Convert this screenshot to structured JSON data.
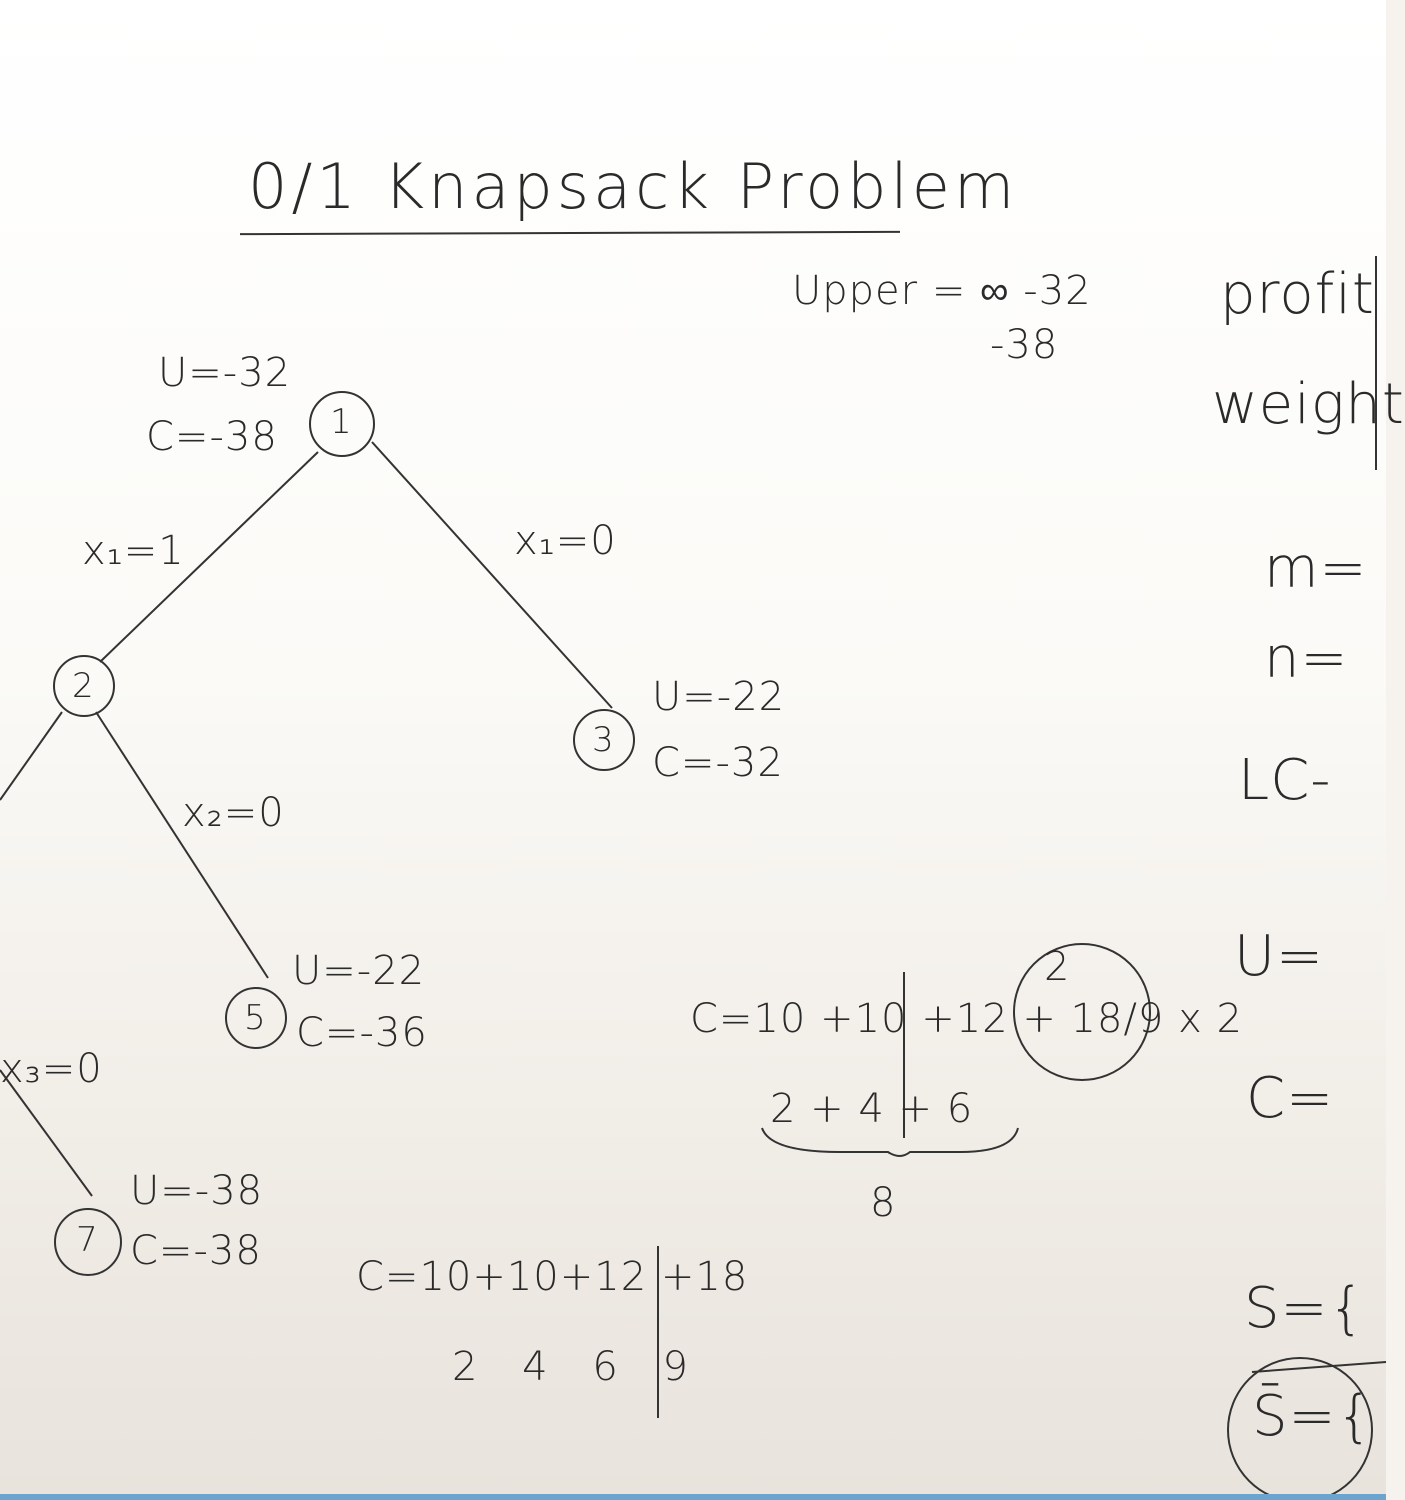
{
  "title": "0/1 Knapsack Problem",
  "upper": {
    "label": "Upper = ∞ -32",
    "second": "-38"
  },
  "side_panel": {
    "profit": "profit",
    "weight": "weight",
    "m": "m=",
    "n": "n=",
    "lc": "LC-",
    "u": "U=",
    "c": "C=",
    "s": "S={",
    "s_bar": "S̄={"
  },
  "tree": {
    "nodes": [
      {
        "id": "1",
        "u": "U=-32",
        "c": "C=-38"
      },
      {
        "id": "2"
      },
      {
        "id": "3",
        "u": "U=-22",
        "c": "C=-32"
      },
      {
        "id": "5",
        "u": "U=-22",
        "c": "C=-36"
      },
      {
        "id": "7",
        "u": "U=-38",
        "c": "C=-38"
      }
    ],
    "edges": [
      {
        "label": "x₁=1"
      },
      {
        "label": "x₁=0"
      },
      {
        "label": "x₂=0"
      },
      {
        "label": "x₃=0"
      }
    ]
  },
  "calc1": {
    "line1": "C=10 +10 +12 + 18/9 x 2",
    "circled_top": "2",
    "weights": "2 + 4 + 6",
    "sum": "8"
  },
  "calc2": {
    "line1": "C=10+10+12 +18",
    "weights": "2   4   6   9"
  }
}
